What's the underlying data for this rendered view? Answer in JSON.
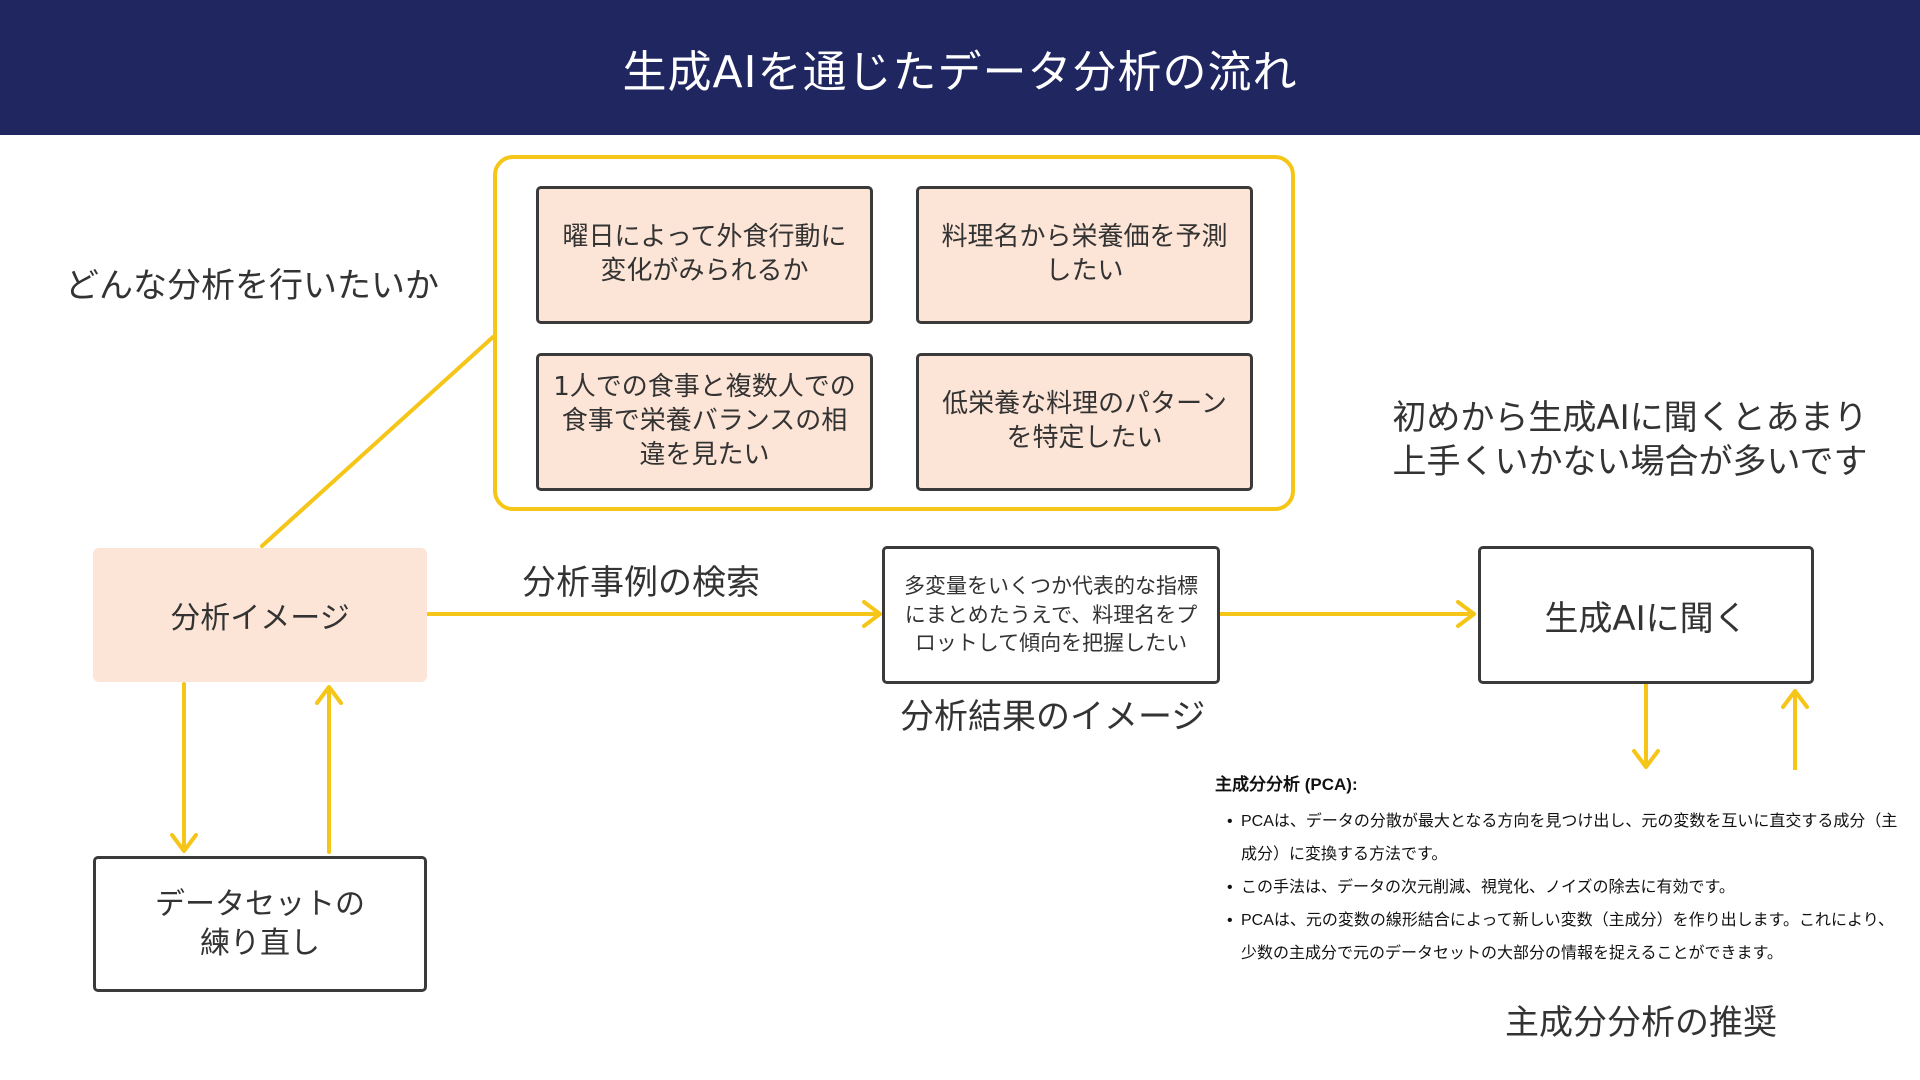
{
  "header": {
    "title": "生成AIを通じたデータ分析の流れ"
  },
  "labels": {
    "question": "どんな分析を行いたいか",
    "search": "分析事例の検索",
    "result_caption": "分析結果のイメージ",
    "warning": "初めから生成AIに聞くとあまり\n上手くいかない場合が多いです",
    "recommend": "主成分分析の推奨"
  },
  "goals": [
    "曜日によって外食行動に変化がみられるか",
    "料理名から栄養価を予測したい",
    "1人での食事と複数人での食事で栄養バランスの相違を見たい",
    "低栄養な料理のパターンを特定したい"
  ],
  "boxes": {
    "analysis_image": "分析イメージ",
    "dataset_rework": "データセットの\n練り直し",
    "result_image": "多変量をいくつか代表的な指標にまとめたうえで、料理名をプロットして傾向を把握したい",
    "ask_ai": "生成AIに聞く"
  },
  "pca_note": {
    "title": "主成分分析 (PCA):",
    "bullets": [
      "PCAは、データの分散が最大となる方向を見つけ出し、元の変数を互いに直交する成分（主成分）に変換する方法です。",
      "この手法は、データの次元削減、視覚化、ノイズの除去に有効です。",
      "PCAは、元の変数の線形結合によって新しい変数（主成分）を作り出します。これにより、少数の主成分で元のデータセットの大部分の情報を捉えることができます。"
    ]
  },
  "colors": {
    "header_bg": "#1f2660",
    "accent": "#f5c518",
    "box_fill": "#fce4d6",
    "border": "#3a3a3a",
    "text": "#333333"
  }
}
